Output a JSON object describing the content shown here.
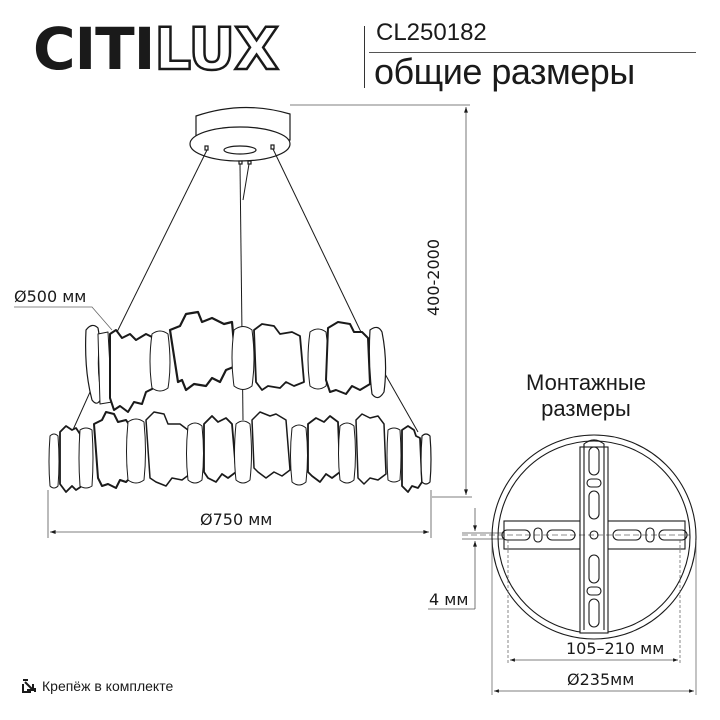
{
  "header": {
    "brand_solid": "CITI",
    "brand_outline": "LUX",
    "model": "CL250182",
    "subtitle": "общие размеры"
  },
  "dimensions": {
    "upper_ring_diameter": "Ø500 мм",
    "lower_ring_diameter": "Ø750 мм",
    "height_range": "400-2000",
    "plate_thickness": "4 мм",
    "mount_spacing": "105–210 мм",
    "canopy_diameter": "Ø235мм"
  },
  "mounting": {
    "title_line1": "Монтажные",
    "title_line2": "размеры"
  },
  "footer": {
    "icon": "arrow-into-box-icon",
    "label": "Крепёж в комплекте"
  },
  "colors": {
    "line": "#1a1a1a",
    "dim_line": "#555555",
    "background": "#ffffff"
  }
}
